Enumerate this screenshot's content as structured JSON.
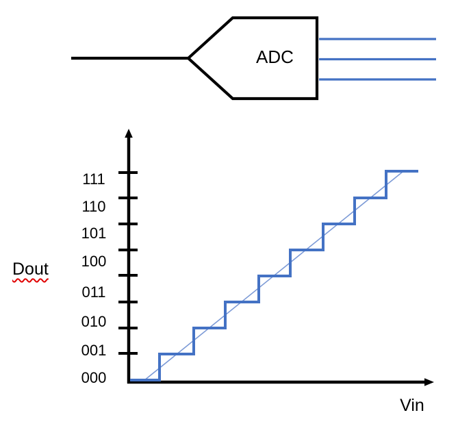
{
  "adc_symbol": {
    "label": "ADC",
    "output_line_count": 3
  },
  "chart_data": {
    "type": "line",
    "title": "",
    "xlabel": "Vin",
    "ylabel": "Dout",
    "x_tick_labels": [],
    "y_tick_labels_top_to_bottom": [
      "111",
      "110",
      "101",
      "100",
      "011",
      "010",
      "001",
      "000"
    ],
    "series": [
      {
        "name": "quantized-staircase-output",
        "style": "step",
        "codes_in_order": [
          "000",
          "001",
          "010",
          "011",
          "100",
          "101",
          "110",
          "111"
        ]
      },
      {
        "name": "ideal-transfer-line",
        "style": "straight"
      }
    ],
    "grid": false,
    "legend": "none"
  },
  "colors": {
    "accent_blue": "#4472C4",
    "ideal_line_blue": "#7C9AD6",
    "line_black": "#000000",
    "spellcheck_red": "#E00000",
    "background": "#FFFFFF"
  }
}
